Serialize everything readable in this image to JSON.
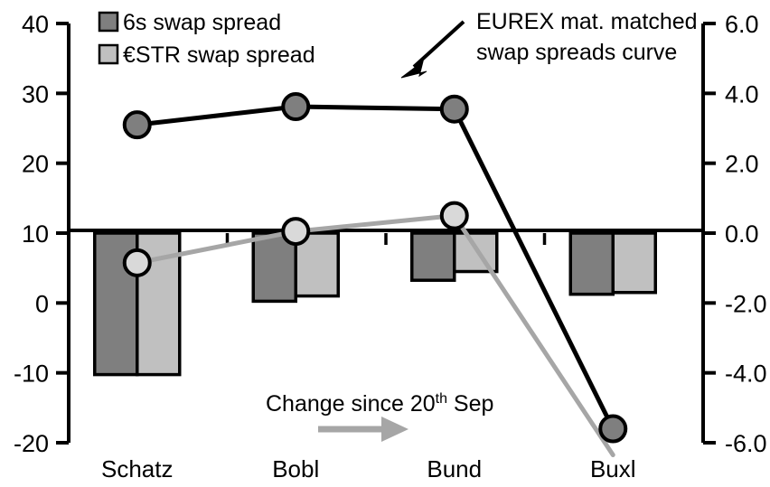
{
  "chart_data": {
    "type": "bar",
    "title": "",
    "categories": [
      "Schatz",
      "Bobl",
      "Bund",
      "Buxl"
    ],
    "left_axis": {
      "label": "",
      "ticks": [
        "40",
        "30",
        "20",
        "10",
        "0",
        "-10",
        "-20"
      ],
      "tick_values": [
        40,
        30,
        20,
        10,
        0,
        -10,
        -20
      ],
      "ylim": [
        -20,
        40
      ]
    },
    "right_axis": {
      "label": "",
      "ticks": [
        "6.0",
        "4.0",
        "2.0",
        "0.0",
        "-2.0",
        "-4.0",
        "-6.0"
      ],
      "tick_values": [
        6.0,
        4.0,
        2.0,
        0.0,
        -2.0,
        -4.0,
        -6.0
      ],
      "ylim": [
        -6.0,
        6.0
      ]
    },
    "zero_line_left_value": 10,
    "series": [
      {
        "name": "6s swap spread",
        "kind": "bar",
        "axis": "right",
        "color": "#7F7F7F",
        "values": [
          -4.05,
          -1.95,
          -1.35,
          -1.75
        ]
      },
      {
        "name": "€STR swap spread",
        "kind": "bar",
        "axis": "right",
        "color": "#C0C0C0",
        "values": [
          -4.05,
          -1.8,
          -1.1,
          -1.7
        ]
      },
      {
        "name": "EUREX mat. matched swap spreads curve",
        "kind": "line",
        "axis": "right",
        "color": "#000000",
        "marker_fill": "#7F7F7F",
        "values": [
          3.1,
          3.62,
          3.55,
          -5.6
        ]
      },
      {
        "name": "Change since 20th Sep",
        "kind": "line",
        "axis": "right",
        "color": "#A6A6A6",
        "marker_fill": "#D9D9D9",
        "values": [
          -0.85,
          0.05,
          0.5,
          -6.35
        ]
      }
    ],
    "grid": false,
    "legend_position": "top-left"
  },
  "legend": {
    "items": [
      {
        "label": "6s swap spread",
        "swatch": "#7F7F7F"
      },
      {
        "label": "€STR swap spread",
        "swatch": "#C0C0C0"
      }
    ]
  },
  "annotations": {
    "curve_note_line1": "EUREX mat. matched",
    "curve_note_line2": "swap spreads curve",
    "change_note_main": "Change since 20",
    "change_note_sup": "th",
    "change_note_tail": " Sep"
  },
  "axis_left_ticks": [
    "40",
    "30",
    "20",
    "10",
    "0",
    "-10",
    "-20"
  ],
  "axis_right_ticks": [
    "6.0",
    "4.0",
    "2.0",
    "0.0",
    "-2.0",
    "-4.0",
    "-6.0"
  ],
  "categories": [
    "Schatz",
    "Bobl",
    "Bund",
    "Buxl"
  ],
  "colors": {
    "bar_dark": "#7F7F7F",
    "bar_light": "#C0C0C0",
    "line_black": "#000000",
    "line_gray": "#A6A6A6",
    "marker_dark": "#7F7F7F",
    "marker_light": "#D9D9D9",
    "axis": "#000000"
  }
}
